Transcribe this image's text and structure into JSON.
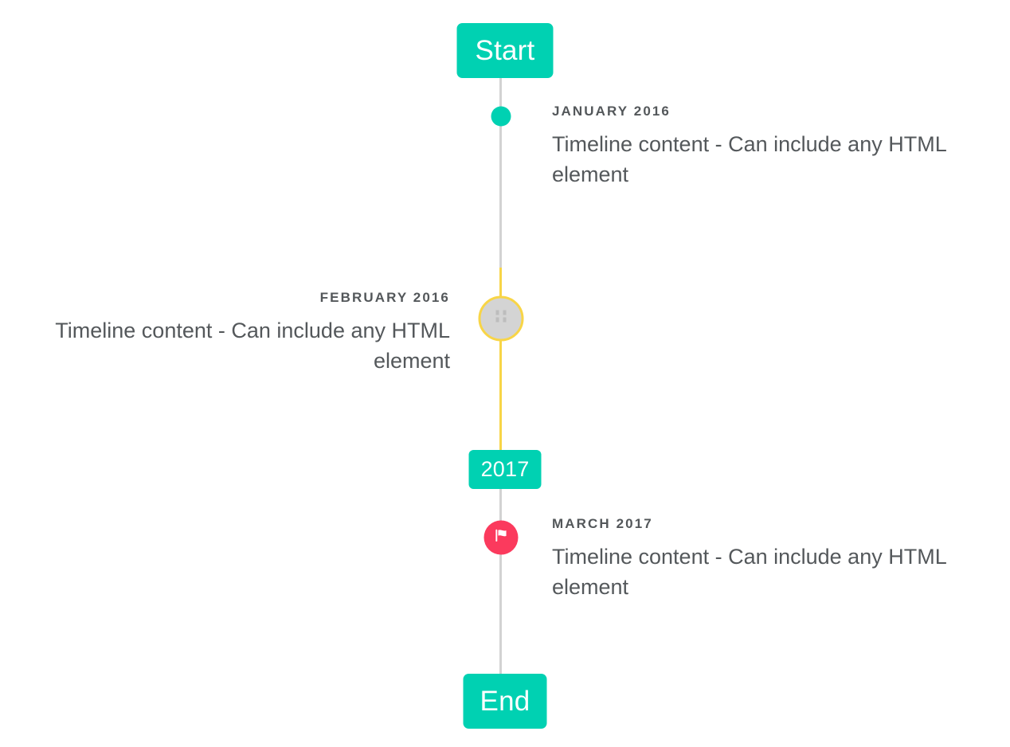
{
  "timeline": {
    "start_label": "Start",
    "mid_label": "2017",
    "end_label": "End",
    "colors": {
      "accent_teal": "#00d1b2",
      "axis_grey": "#d2d2d2",
      "axis_active_yellow": "#f8d547",
      "marker_grey": "#d4d4d4",
      "marker_pink": "#fb3a5d",
      "text_grey": "#54585b"
    },
    "events": [
      {
        "date": "JANUARY 2016",
        "body": "Timeline content - Can include any HTML element",
        "side": "right",
        "marker": "dot-teal",
        "icon": "none"
      },
      {
        "date": "FEBRUARY 2016",
        "body": "Timeline content - Can include any HTML element",
        "side": "left",
        "marker": "circle-grey-yellow-ring",
        "icon": "placeholder-icon"
      },
      {
        "date": "MARCH 2017",
        "body": "Timeline content - Can include any HTML element",
        "side": "right",
        "marker": "circle-pink",
        "icon": "flag-icon"
      }
    ]
  }
}
